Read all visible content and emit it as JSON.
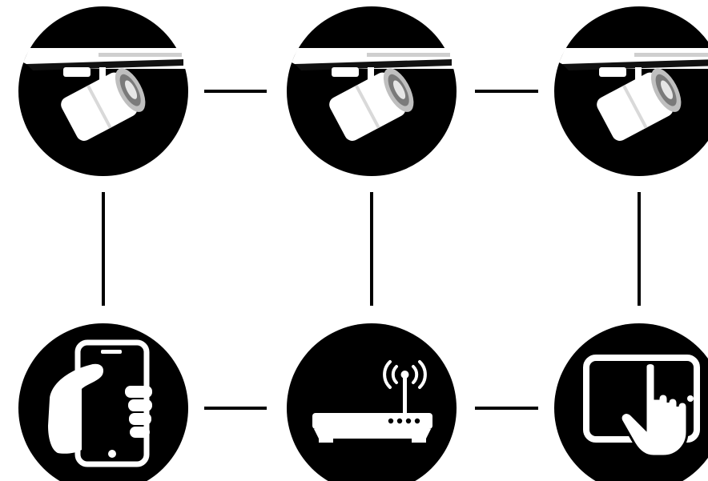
{
  "diagram": {
    "background": "#ffffff",
    "node_color": "#000000",
    "icon_color": "#ffffff",
    "top_row": [
      {
        "icon": "track-spotlight-icon"
      },
      {
        "icon": "track-spotlight-icon"
      },
      {
        "icon": "track-spotlight-icon"
      }
    ],
    "bottom_row": [
      {
        "icon": "smartphone-in-hand-icon"
      },
      {
        "icon": "wifi-router-icon"
      },
      {
        "icon": "tablet-touch-icon"
      }
    ],
    "connections": [
      [
        "spotlight-1",
        "spotlight-2"
      ],
      [
        "spotlight-2",
        "spotlight-3"
      ],
      [
        "spotlight-1",
        "smartphone"
      ],
      [
        "spotlight-2",
        "router"
      ],
      [
        "spotlight-3",
        "tablet"
      ],
      [
        "smartphone",
        "router"
      ],
      [
        "router",
        "tablet"
      ]
    ]
  }
}
